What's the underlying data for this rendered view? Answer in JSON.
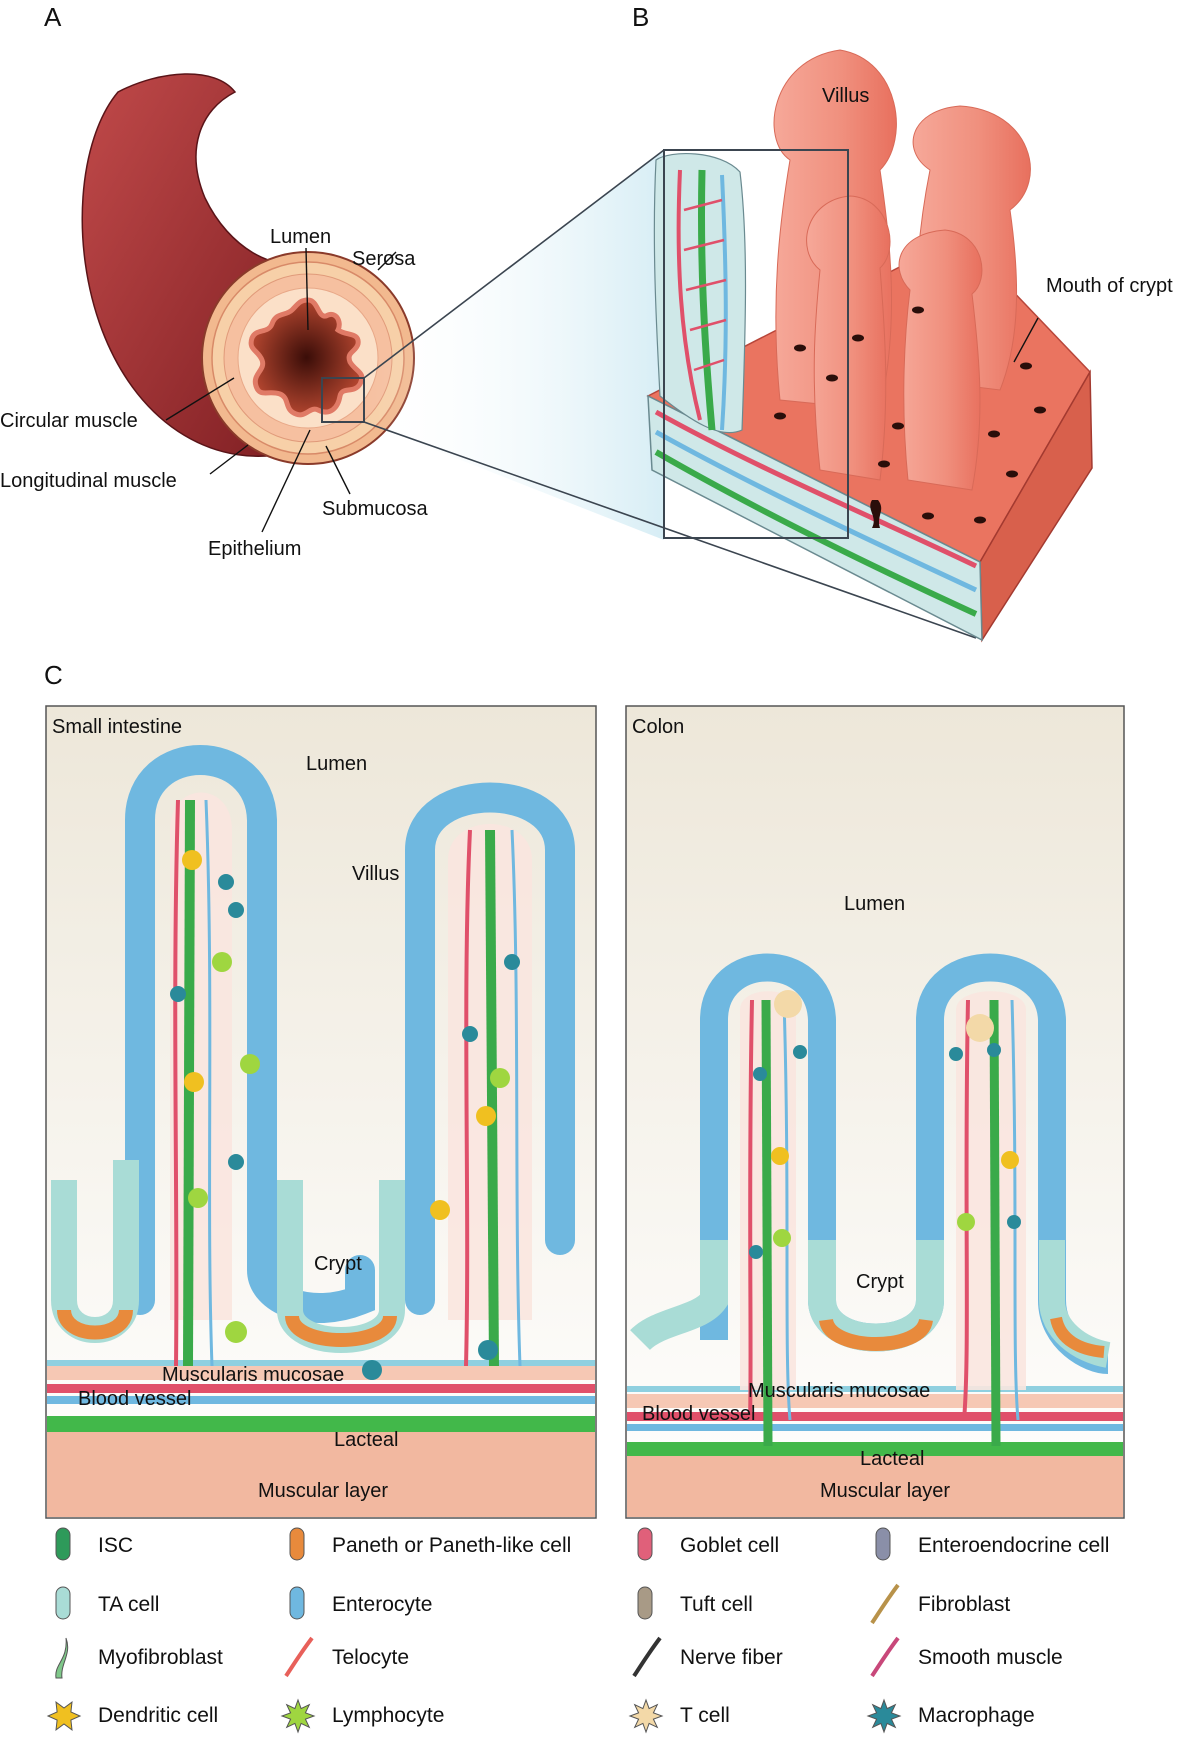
{
  "panels": {
    "a": {
      "letter": "A",
      "labels": {
        "lumen": "Lumen",
        "serosa": "Serosa",
        "circular_muscle": "Circular muscle",
        "longitudinal_muscle": "Longitudinal muscle",
        "submucosa": "Submucosa",
        "epithelium": "Epithelium"
      }
    },
    "b": {
      "letter": "B",
      "labels": {
        "villus": "Villus",
        "mouth_of_crypt": "Mouth of crypt"
      }
    },
    "c": {
      "letter": "C",
      "small_intestine": {
        "title": "Small intestine",
        "lumen": "Lumen",
        "villus": "Villus",
        "crypt": "Crypt",
        "muscularis_mucosae": "Muscularis mucosae",
        "blood_vessel": "Blood vessel",
        "lacteal": "Lacteal",
        "muscular_layer": "Muscular layer"
      },
      "colon": {
        "title": "Colon",
        "lumen": "Lumen",
        "crypt": "Crypt",
        "muscularis_mucosae": "Muscularis mucosae",
        "blood_vessel": "Blood vessel",
        "lacteal": "Lacteal",
        "muscular_layer": "Muscular layer"
      }
    }
  },
  "legend": [
    {
      "label": "ISC",
      "icon": "isc-icon",
      "color": "#2e9a5a"
    },
    {
      "label": "Paneth or Paneth-like cell",
      "icon": "paneth-cell-icon",
      "color": "#e88a3c"
    },
    {
      "label": "Goblet cell",
      "icon": "goblet-cell-icon",
      "color": "#e0607a"
    },
    {
      "label": "Enteroendocrine cell",
      "icon": "enteroendocrine-cell-icon",
      "color": "#8a8fa8"
    },
    {
      "label": "TA cell",
      "icon": "ta-cell-icon",
      "color": "#a9dcd6"
    },
    {
      "label": "Enterocyte",
      "icon": "enterocyte-icon",
      "color": "#6fb8e0"
    },
    {
      "label": "Tuft cell",
      "icon": "tuft-cell-icon",
      "color": "#a89a86"
    },
    {
      "label": "Fibroblast",
      "icon": "fibroblast-icon",
      "color": "#b8924a"
    },
    {
      "label": "Myofibroblast",
      "icon": "myofibroblast-icon",
      "color": "#7fc88a"
    },
    {
      "label": "Telocyte",
      "icon": "telocyte-icon",
      "color": "#e8605a"
    },
    {
      "label": "Nerve fiber",
      "icon": "nerve-fiber-icon",
      "color": "#333333"
    },
    {
      "label": "Smooth muscle",
      "icon": "smooth-muscle-icon",
      "color": "#c8487a"
    },
    {
      "label": "Dendritic cell",
      "icon": "dendritic-cell-icon",
      "color": "#f0c020"
    },
    {
      "label": "Lymphocyte",
      "icon": "lymphocyte-icon",
      "color": "#9fd640"
    },
    {
      "label": "T cell",
      "icon": "t-cell-icon",
      "color": "#f3d9a8"
    },
    {
      "label": "Macrophage",
      "icon": "macrophage-icon",
      "color": "#2a8a9a"
    }
  ]
}
